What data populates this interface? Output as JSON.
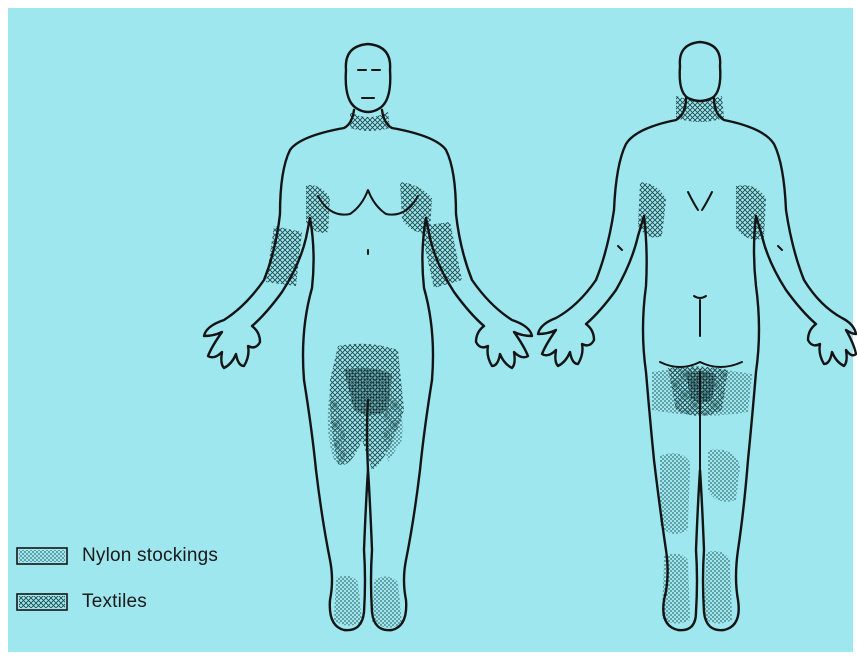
{
  "colors": {
    "background": "#9ee7ee",
    "frame": "#ffffff",
    "outline": "#141414",
    "nylon_pattern": "#3a6f73",
    "textile_pattern": "#1f4a4e"
  },
  "legend": {
    "items": [
      {
        "key": "nylon",
        "label": "Nylon stockings",
        "pattern": "dots"
      },
      {
        "key": "textiles",
        "label": "Textiles",
        "pattern": "crosshatch"
      }
    ]
  },
  "figures": {
    "front": {
      "view": "anterior"
    },
    "back": {
      "view": "posterior"
    }
  }
}
